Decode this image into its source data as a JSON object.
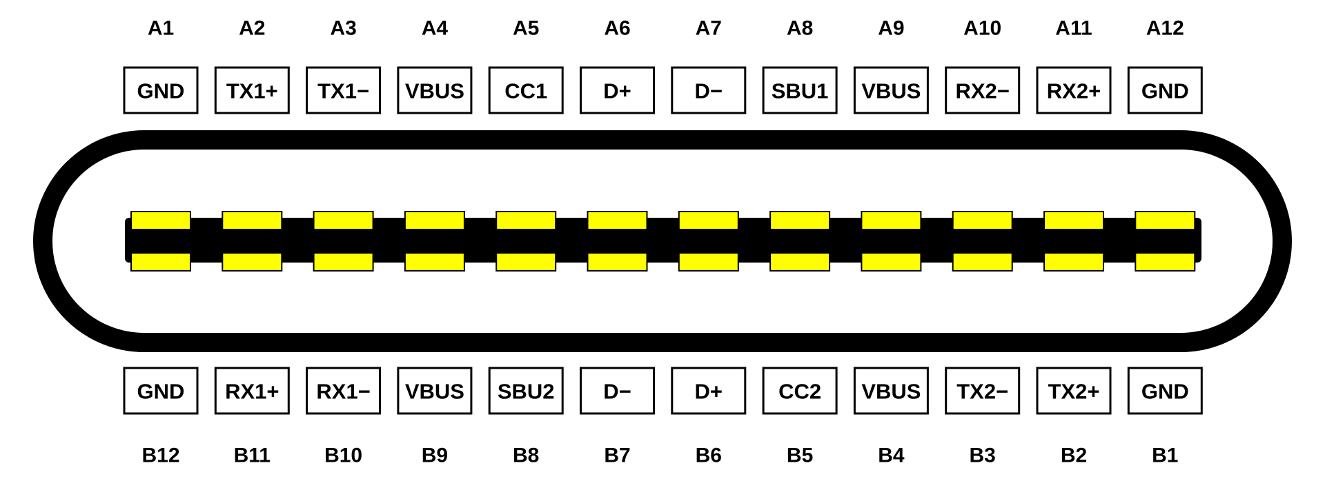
{
  "colors": {
    "background": "#ffffff",
    "outline": "#000000",
    "contact": "#ffff00"
  },
  "top_row": [
    {
      "pin": "A1",
      "signal": "GND"
    },
    {
      "pin": "A2",
      "signal": "TX1+"
    },
    {
      "pin": "A3",
      "signal": "TX1−"
    },
    {
      "pin": "A4",
      "signal": "VBUS"
    },
    {
      "pin": "A5",
      "signal": "CC1"
    },
    {
      "pin": "A6",
      "signal": "D+"
    },
    {
      "pin": "A7",
      "signal": "D−"
    },
    {
      "pin": "A8",
      "signal": "SBU1"
    },
    {
      "pin": "A9",
      "signal": "VBUS"
    },
    {
      "pin": "A10",
      "signal": "RX2−"
    },
    {
      "pin": "A11",
      "signal": "RX2+"
    },
    {
      "pin": "A12",
      "signal": "GND"
    }
  ],
  "bottom_row": [
    {
      "pin": "B12",
      "signal": "GND"
    },
    {
      "pin": "B11",
      "signal": "RX1+"
    },
    {
      "pin": "B10",
      "signal": "RX1−"
    },
    {
      "pin": "B9",
      "signal": "VBUS"
    },
    {
      "pin": "B8",
      "signal": "SBU2"
    },
    {
      "pin": "B7",
      "signal": "D−"
    },
    {
      "pin": "B6",
      "signal": "D+"
    },
    {
      "pin": "B5",
      "signal": "CC2"
    },
    {
      "pin": "B4",
      "signal": "VBUS"
    },
    {
      "pin": "B3",
      "signal": "TX2−"
    },
    {
      "pin": "B2",
      "signal": "TX2+"
    },
    {
      "pin": "B1",
      "signal": "GND"
    }
  ]
}
